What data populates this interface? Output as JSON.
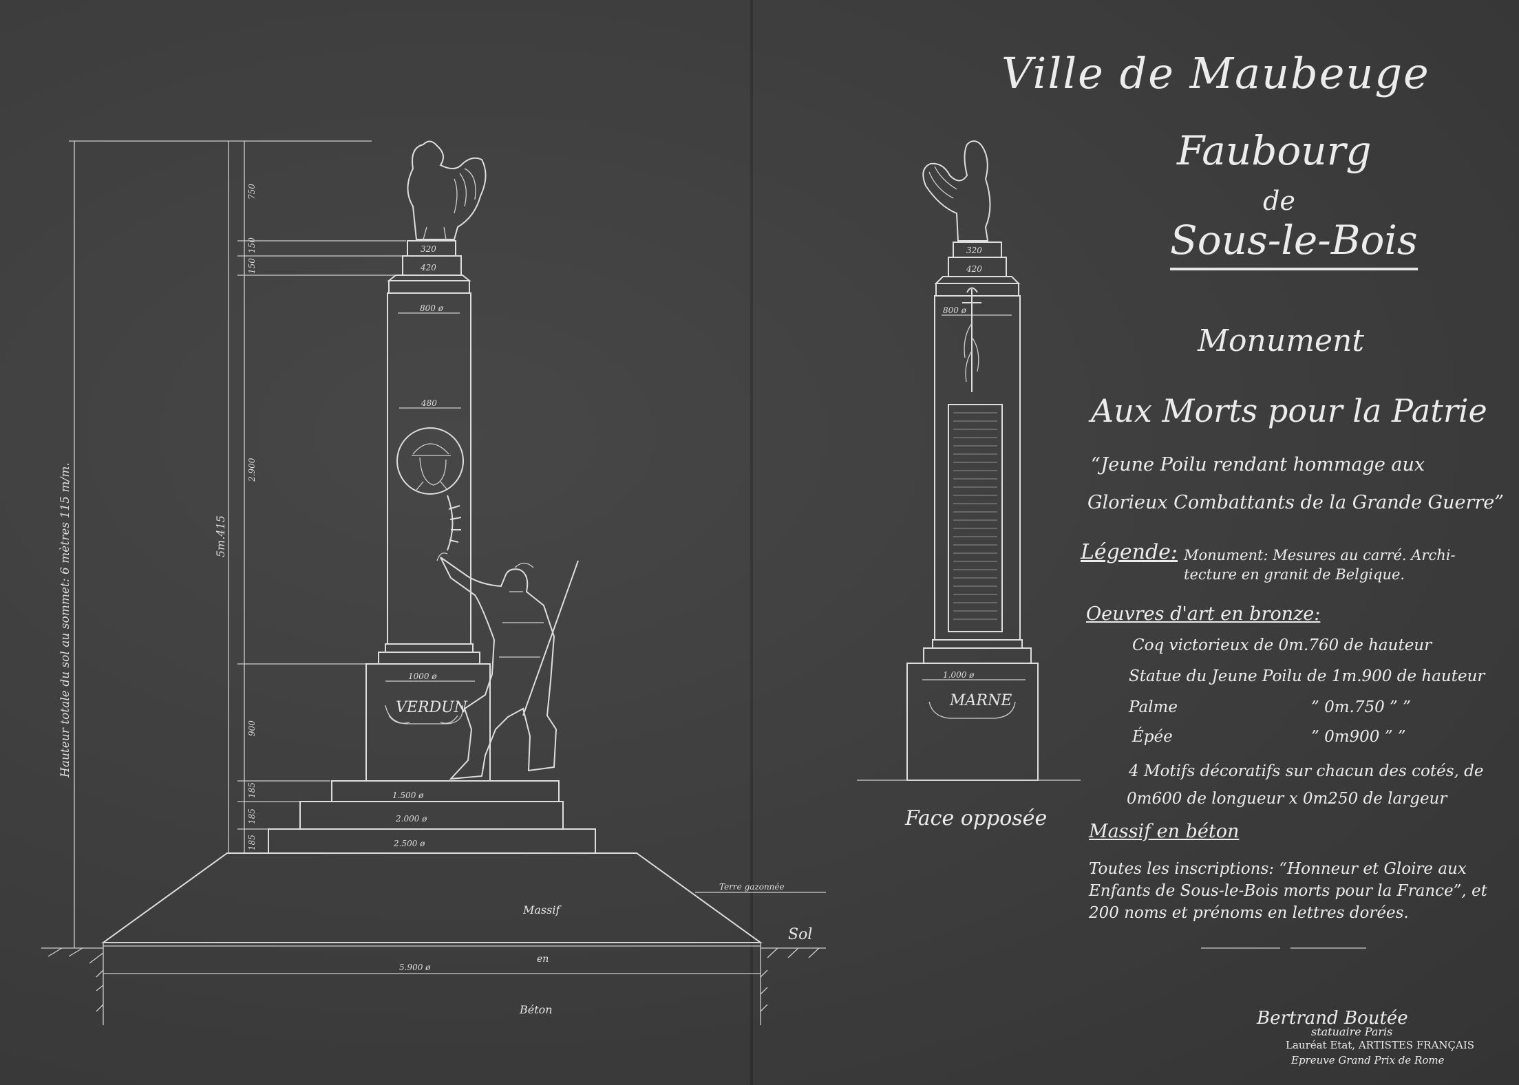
{
  "title": {
    "line1": "Ville de Maubeuge",
    "line2": "Faubourg",
    "line3": "de",
    "line4": "Sous-le-Bois"
  },
  "heading": {
    "monument": "Monument",
    "aux_morts": "Aux Morts pour la Patrie",
    "quote_line1": "“Jeune Poilu rendant hommage aux",
    "quote_line2": "Glorieux Combattants de la Grande Guerre”"
  },
  "legend": {
    "label": "Légende:",
    "line1": "Monument: Mesures au carré. Archi-",
    "line2": "tecture en granit de Belgique.",
    "oeuvres_title": "Oeuvres d'art en bronze:",
    "items": [
      "Coq victorieux de 0m.760 de hauteur",
      "Statue du Jeune Poilu de 1m.900 de hauteur",
      "Palme",
      "Épée",
      "4 Motifs décoratifs sur chacun des cotés, de",
      "0m600 de longueur x 0m250 de largeur"
    ],
    "palme_dim": "”   0m.750   ”      ”",
    "epee_dim": "”   0m900   ”      ”",
    "massif_title": "Massif en béton",
    "inscriptions_line1": "Toutes les inscriptions: “Honneur et Gloire aux",
    "inscriptions_line2": "Enfants de Sous-le-Bois morts pour la France”, et",
    "inscriptions_line3": "200 noms et prénoms en lettres dorées."
  },
  "signature": {
    "name": "Bertrand Boutée",
    "role": "statuaire Paris",
    "line1": "Lauréat Etat, ARTISTES FRANÇAIS",
    "line2": "Epreuve Grand Prix de Rome"
  },
  "front_view": {
    "total_height_label": "Hauteur totale du sol au sommet: 6 mètres 115 m/m.",
    "height_5m": "5m.415",
    "dims": [
      "750",
      "150",
      "150",
      "2.900",
      "900",
      "185",
      "185",
      "185"
    ],
    "widths": [
      "320",
      "420",
      "800 ø",
      "480",
      "1000 ø",
      "1.500 ø",
      "2.000 ø",
      "2.500 ø",
      "5.900 ø"
    ],
    "verdun": "VERDUN",
    "massif": "Massif",
    "en": "en",
    "beton": "Béton",
    "terre": "Terre gazonnée",
    "sol": "Sol"
  },
  "back_view": {
    "widths": [
      "320",
      "420",
      "800 ø",
      "1.000 ø"
    ],
    "marne": "MARNE",
    "caption": "Face opposée"
  }
}
